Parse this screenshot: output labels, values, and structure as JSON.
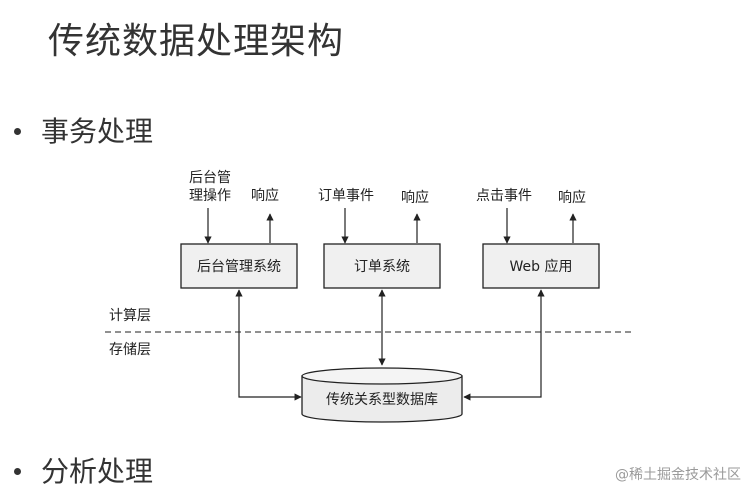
{
  "title": "传统数据处理架构",
  "bullets": [
    "事务处理",
    "分析处理"
  ],
  "diagram": {
    "inputs": {
      "admin": [
        "后台管",
        "理操作"
      ],
      "order": "订单事件",
      "click": "点击事件",
      "response": "响应"
    },
    "systems": {
      "admin": "后台管理系统",
      "order": "订单系统",
      "web": "Web 应用"
    },
    "layers": {
      "compute": "计算层",
      "storage": "存储层"
    },
    "database": "传统关系型数据库"
  },
  "watermark": "@稀土掘金技术社区",
  "colors": {
    "stroke": "#222222",
    "box_fill": "#f0f0f0",
    "db_fill": "#ececec",
    "text": "#222222",
    "watermark": "#9a9a9a"
  }
}
